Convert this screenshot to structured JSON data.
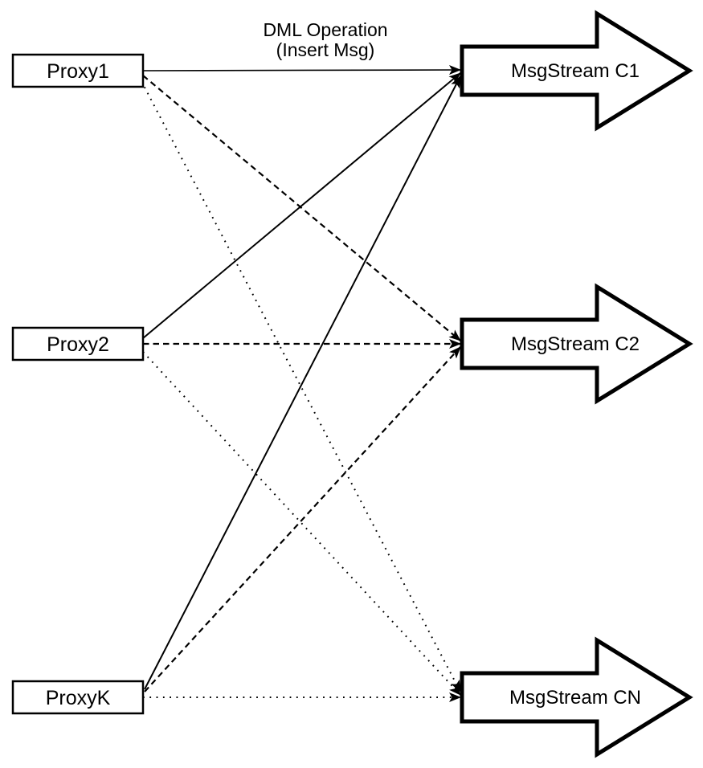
{
  "diagram": {
    "title_line1": "DML Operation",
    "title_line2": "(Insert Msg)",
    "colors": {
      "stroke": "#000000",
      "background": "#ffffff"
    },
    "proxies": [
      {
        "label": "Proxy1"
      },
      {
        "label": "Proxy2"
      },
      {
        "label": "ProxyK"
      }
    ],
    "streams": [
      {
        "label": "MsgStream C1"
      },
      {
        "label": "MsgStream C2"
      },
      {
        "label": "MsgStream CN"
      }
    ],
    "edges": [
      {
        "from": "Proxy1",
        "to": "MsgStream C1",
        "style": "solid"
      },
      {
        "from": "Proxy2",
        "to": "MsgStream C1",
        "style": "solid"
      },
      {
        "from": "ProxyK",
        "to": "MsgStream C1",
        "style": "solid"
      },
      {
        "from": "Proxy1",
        "to": "MsgStream C2",
        "style": "dashed"
      },
      {
        "from": "Proxy2",
        "to": "MsgStream C2",
        "style": "dashed"
      },
      {
        "from": "ProxyK",
        "to": "MsgStream C2",
        "style": "dashed"
      },
      {
        "from": "Proxy1",
        "to": "MsgStream CN",
        "style": "dotted"
      },
      {
        "from": "Proxy2",
        "to": "MsgStream CN",
        "style": "dotted"
      },
      {
        "from": "ProxyK",
        "to": "MsgStream CN",
        "style": "dotted"
      }
    ]
  }
}
